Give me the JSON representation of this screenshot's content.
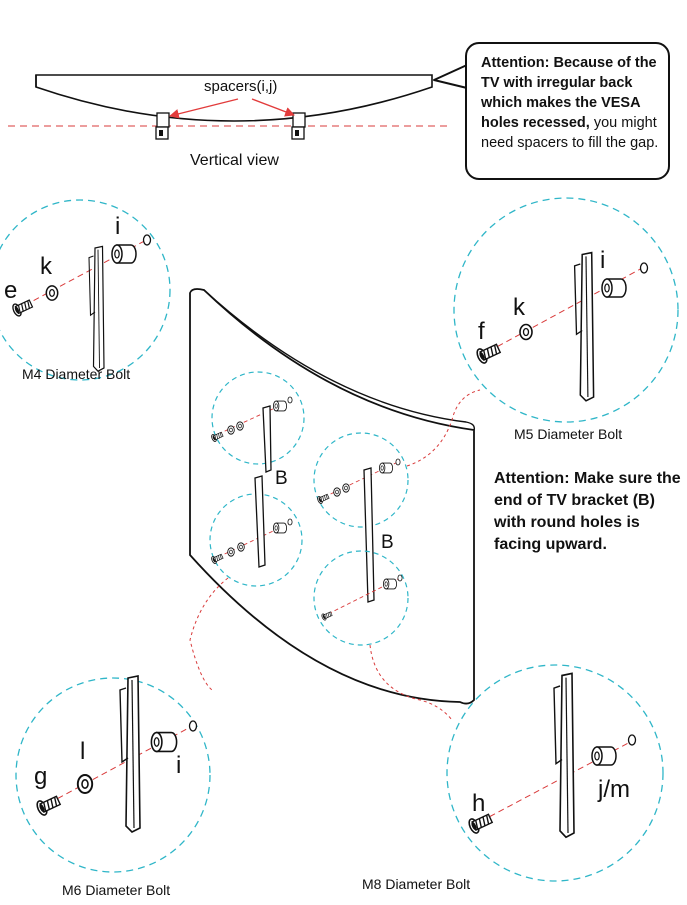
{
  "top": {
    "spacers_label": "spacers(i,j)",
    "vertical_view_label": "Vertical view"
  },
  "callout": {
    "bold_text": "Attention: Because of the TV with irregular back which makes the VESA holes recessed,",
    "normal_text": " you might need spacers to fill the gap."
  },
  "attention2": "Attention: Make sure the end of TV bracket (B) with round holes is facing upward.",
  "bracket_label": "B",
  "details": {
    "m4": {
      "caption": "M4 Diameter Bolt",
      "bolt": "e",
      "washer": "k",
      "spacer": "i"
    },
    "m5": {
      "caption": "M5 Diameter Bolt",
      "bolt": "f",
      "washer": "k",
      "spacer": "i"
    },
    "m6": {
      "caption": "M6 Diameter Bolt",
      "bolt": "g",
      "washer": "l",
      "spacer": "i"
    },
    "m8": {
      "caption": "M8 Diameter Bolt",
      "bolt": "h",
      "spacer": "j/m"
    }
  },
  "colors": {
    "line": "#111111",
    "circle": "#2fb6c8",
    "dash": "#d93b3b",
    "arrow": "#e23b3b"
  }
}
